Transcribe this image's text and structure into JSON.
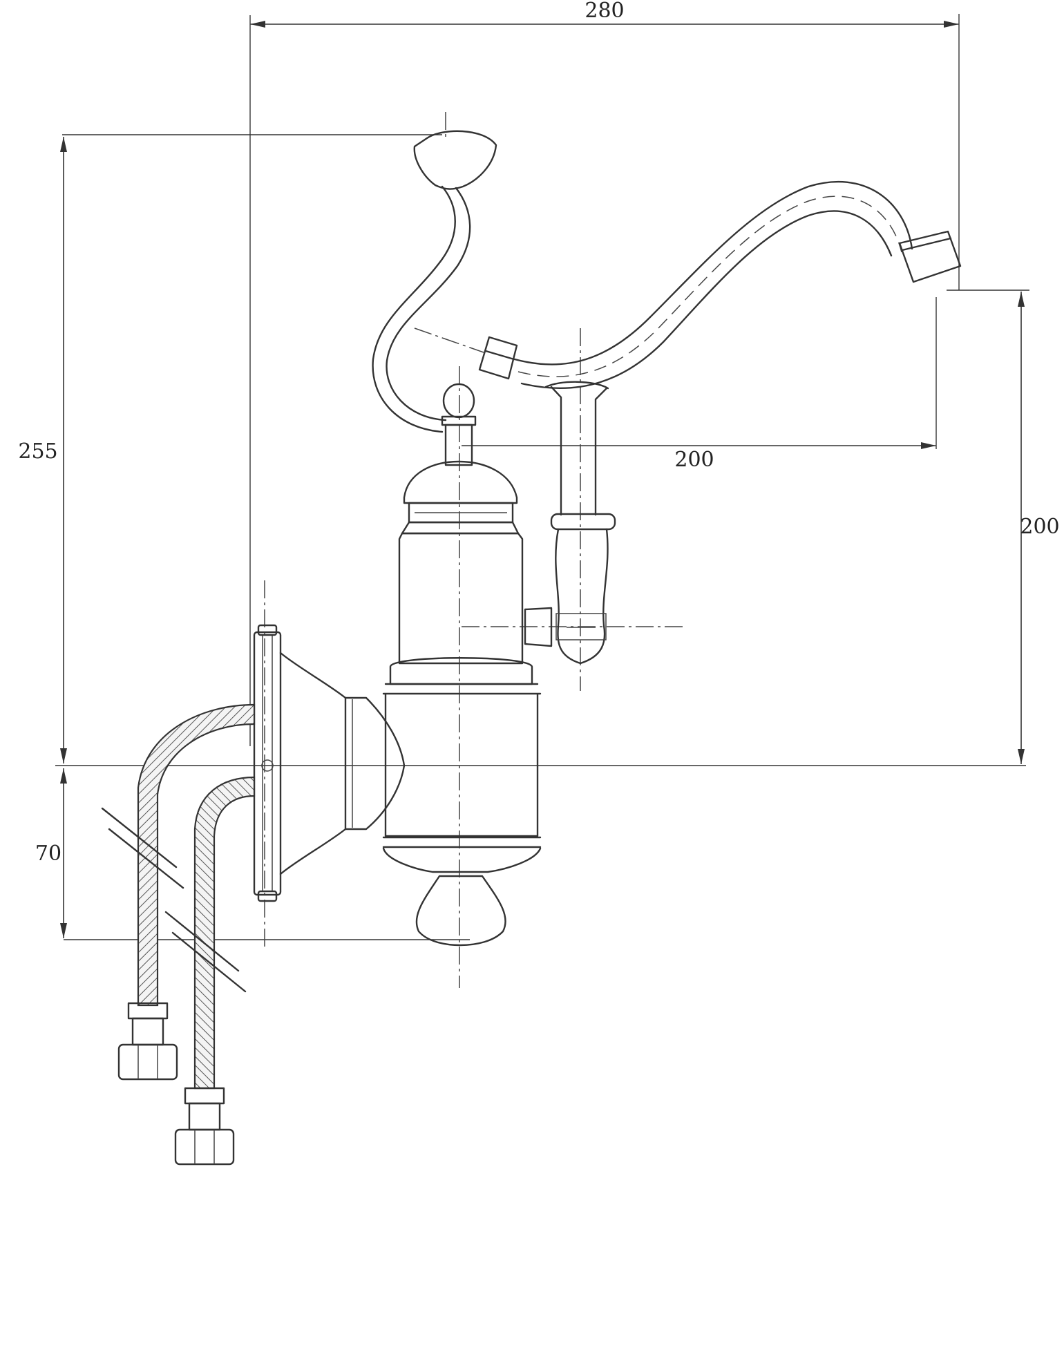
{
  "drawing": {
    "colors": {
      "line": "#333333",
      "background": "#ffffff"
    },
    "dimensions": {
      "top_width": "280",
      "left_height": "255",
      "spout_reach": "200",
      "spout_height": "200",
      "base_height": "70"
    }
  }
}
